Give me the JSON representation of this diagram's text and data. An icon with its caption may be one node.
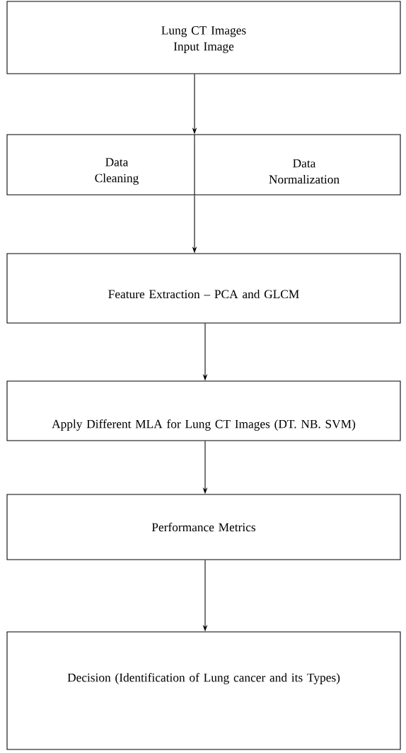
{
  "diagram": {
    "nodes": [
      {
        "text": [
          "Lung CT Images Input Image"
        ]
      },
      {
        "text": [
          "Data Cleaning",
          "Data Normalization"
        ]
      },
      {
        "text": [
          "Feature Extraction – PCA and GLCM"
        ]
      },
      {
        "text": [
          "Apply Different MLA for Lung CT Images (DT. NB. SVM)"
        ]
      },
      {
        "text": [
          "Performance Metrics"
        ]
      },
      {
        "text": [
          "Decision (Identification of Lung cancer and its Types)"
        ]
      }
    ],
    "edges": [
      {
        "from": 0,
        "to": 1,
        "arrow": "to"
      },
      {
        "from": 1,
        "to": 2,
        "arrow": "to"
      },
      {
        "from": 2,
        "to": 3,
        "arrow": "to"
      },
      {
        "from": 3,
        "to": 4,
        "arrow": "to"
      },
      {
        "from": 4,
        "to": 5,
        "arrow": "to"
      }
    ]
  }
}
